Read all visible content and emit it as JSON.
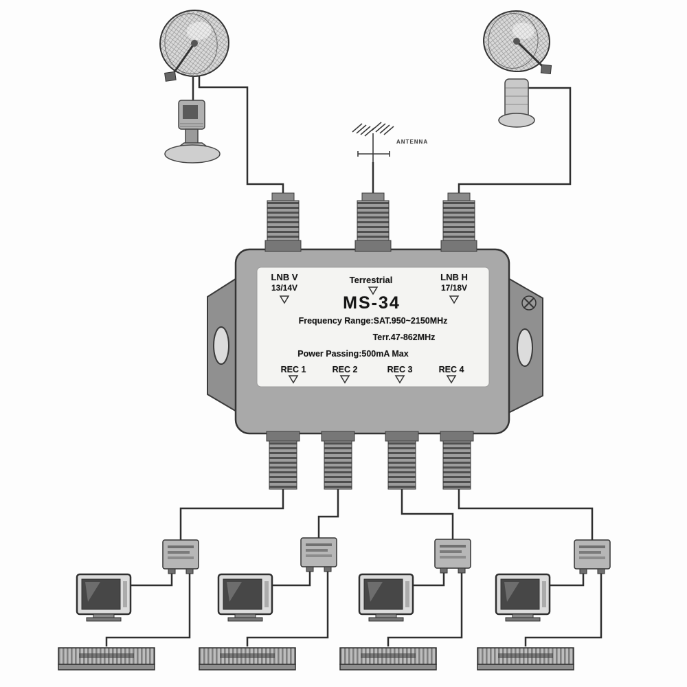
{
  "device": {
    "model": "MS-34",
    "inputs": [
      {
        "label": "LNB V",
        "sub": "13/14V"
      },
      {
        "label": "Terrestrial",
        "sub": ""
      },
      {
        "label": "LNB H",
        "sub": "17/18V"
      }
    ],
    "specs": [
      "Frequency Range:SAT.950~2150MHz",
      "Terr.47-862MHz",
      "Power Passing:500mA Max"
    ],
    "outputs": [
      "REC 1",
      "REC 2",
      "REC 3",
      "REC 4"
    ]
  },
  "antenna_label": "ANTENNA"
}
